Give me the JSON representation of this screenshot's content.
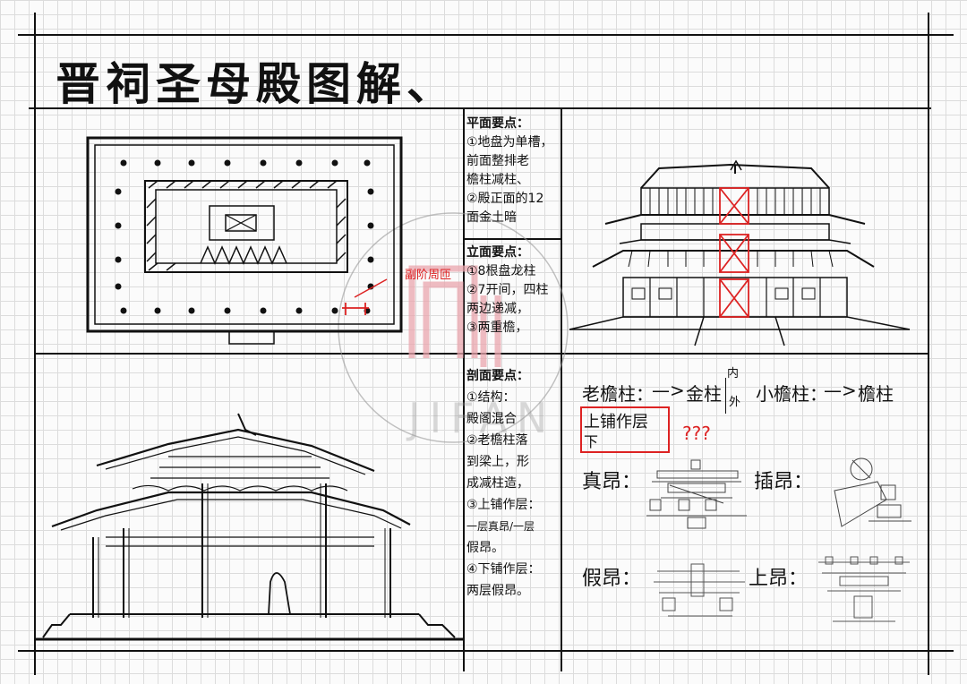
{
  "title": "晋祠圣母殿图解、",
  "plan_notes": {
    "heading": "平面要点：",
    "lines": [
      "①地盘为单槽，",
      "前面整排老",
      "檐柱减柱、",
      "②殿正面的12",
      "面金土暗"
    ]
  },
  "facade_notes": {
    "heading": "立面要点：",
    "lines": [
      "①8根盘龙柱",
      "②7开间，四柱",
      "两边递减，",
      "③两重檐，"
    ]
  },
  "section_notes": {
    "heading": "剖面要点：",
    "lines": [
      "①结构：",
      "殿阁混合",
      "②老檐柱落",
      "到梁上，形",
      "成减柱造，",
      "③上铺作层：",
      "一层真昂/一层",
      "假昂。",
      "④下铺作层：",
      "两层假昂。"
    ]
  },
  "plan_annotation": "副阶周匝",
  "column_legend": {
    "old_eave_column": "老檐柱：",
    "arrow1": "—>",
    "gold_column": "金柱",
    "inner": "内",
    "outer": "外",
    "small_eave_column": "小檐柱：",
    "arrow2": "—>",
    "eave_column": "檐柱"
  },
  "bracket_layer": {
    "upper": "上铺作层",
    "lower": "下",
    "question": "???"
  },
  "bracket_labels": {
    "true_ang": "真昂：",
    "insert_ang": "插昂：",
    "false_ang": "假昂：",
    "upper_ang": "上昂："
  },
  "watermark": "JIFAN",
  "colors": {
    "ink": "#111111",
    "red": "#dd2222",
    "watermark": "#e9a6ad"
  }
}
